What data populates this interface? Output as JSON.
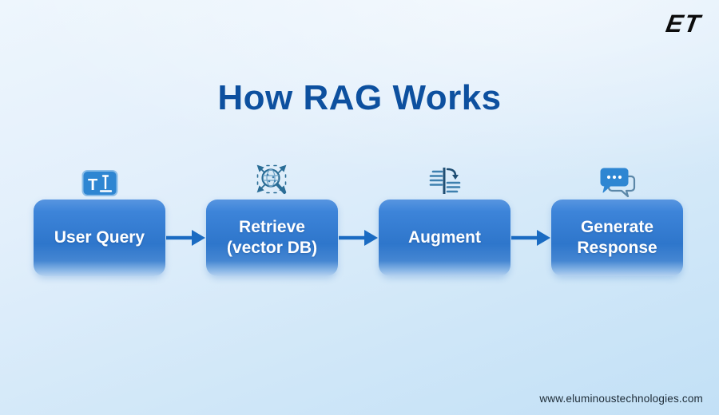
{
  "header": {
    "logo_text": "ET"
  },
  "title": "How RAG Works",
  "flow": {
    "steps": [
      {
        "label": "User Query",
        "icon": "text-input-cursor-icon"
      },
      {
        "label": "Retrieve (vector DB)",
        "icon": "vector-search-icon"
      },
      {
        "label": "Augment",
        "icon": "merge-text-icon"
      },
      {
        "label": "Generate Response",
        "icon": "chat-bubbles-icon"
      }
    ],
    "connector": "right-arrow"
  },
  "footer": {
    "website": "www.eluminoustechnologies.com"
  },
  "icon_glyphs": {
    "letter_t": "T"
  },
  "colors": {
    "title": "#0d509f",
    "box_top": "#3d84d9",
    "box_mid": "#2e76cb",
    "box_bottom_glow": "#b5d2f0",
    "arrow": "#1a6bc2",
    "icon_stroke": "#2a6d96",
    "icon_fill": "#2e86d2",
    "logo": "#0c0c0c",
    "footer_text": "#1d2b36"
  }
}
